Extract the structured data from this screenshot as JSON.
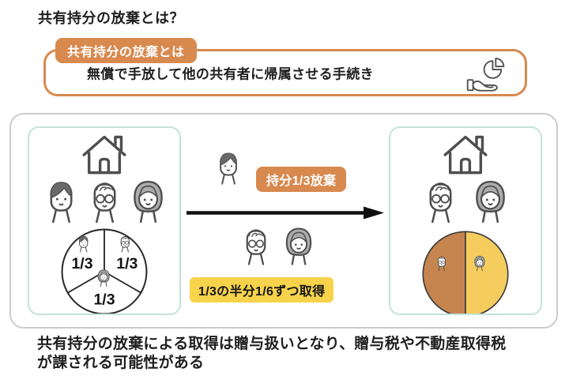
{
  "title": "共有持分の放棄とは？",
  "definition": {
    "tab_label": "共有持分の放棄とは",
    "description": "無償で手放して他の共有者に帰属させる手続き"
  },
  "diagram": {
    "before_shares": [
      "1/3",
      "1/3",
      "1/3"
    ],
    "waive_badge": "持分1/3放棄",
    "acquire_badge": "1/3の半分1/6ずつ取得",
    "owners_before": [
      "man-young",
      "man-older-glasses",
      "woman"
    ],
    "owners_after": [
      "man-older-glasses",
      "woman"
    ]
  },
  "note": "共有持分の放棄による取得は贈与扱いとなり、贈与税や不動産取得税が課される可能性がある",
  "colors": {
    "accent_orange": "#d8894e",
    "badge_yellow": "#f7d34c",
    "pie_half_orange": "#c6854f",
    "pie_half_yellow": "#f5cd5f",
    "panel_mint_border": "#c2e3dc",
    "container_gray_border": "#cbcbcb"
  }
}
